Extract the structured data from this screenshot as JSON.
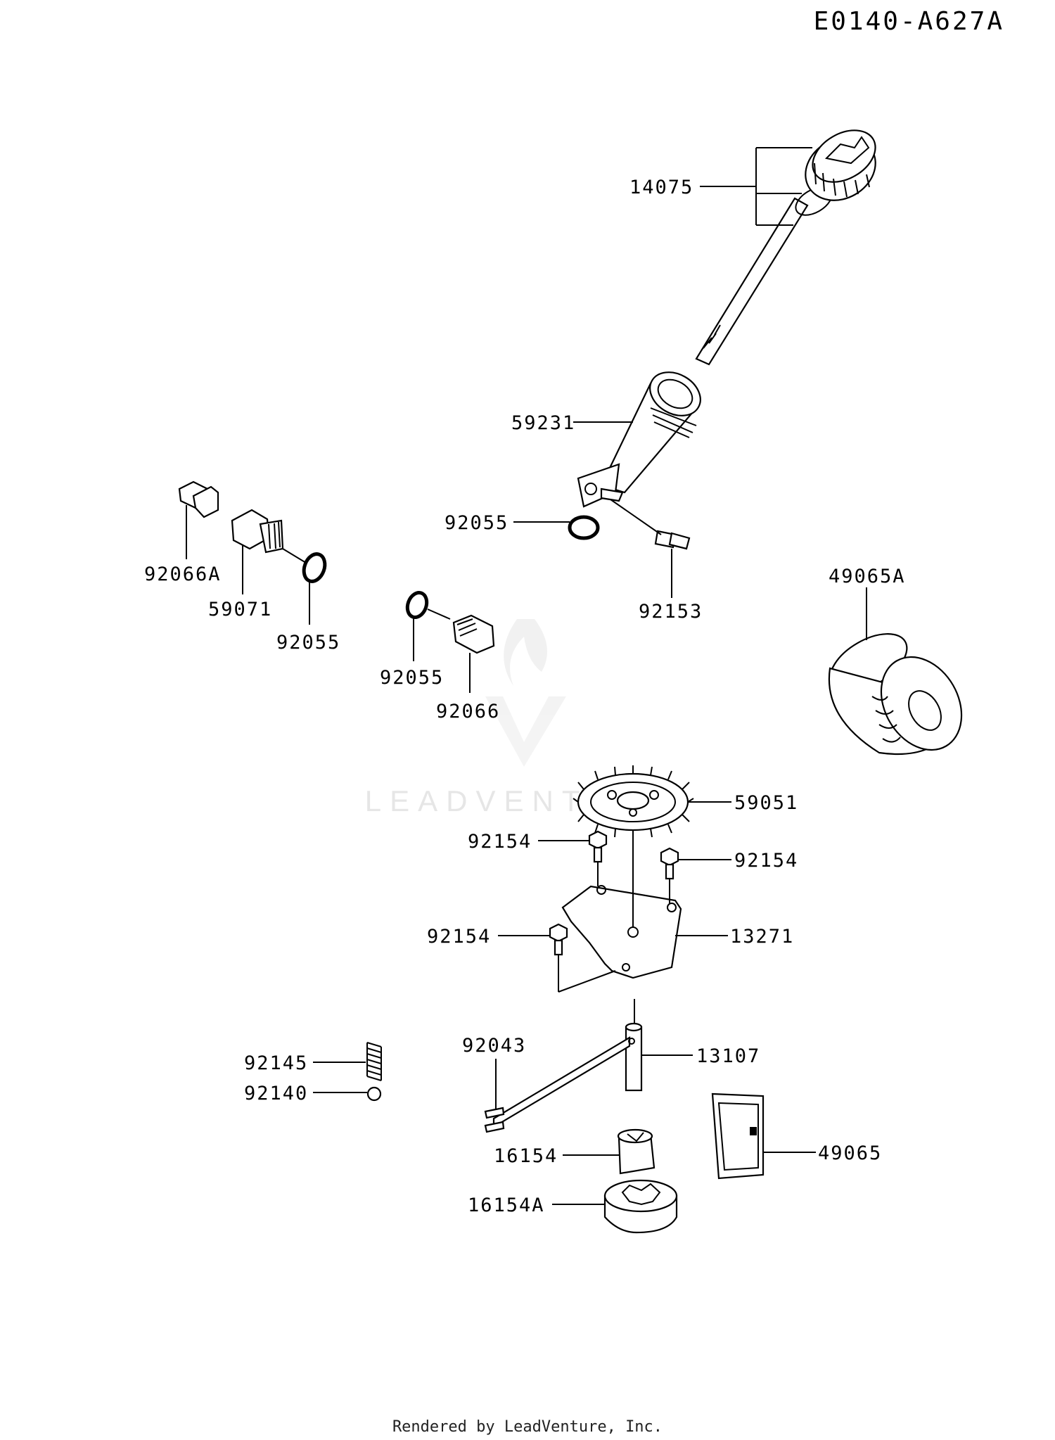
{
  "diagram_code": "E0140-A627A",
  "footer": "Rendered by LeadVenture, Inc.",
  "watermark": "LEADVENTURE",
  "labels": {
    "p14075": "14075",
    "p59231": "59231",
    "p92055_a": "92055",
    "p92153": "92153",
    "p92066A": "92066A",
    "p59071": "59071",
    "p92055_b": "92055",
    "p92055_c": "92055",
    "p92066": "92066",
    "p49065A": "49065A",
    "p59051": "59051",
    "p92154_a": "92154",
    "p92154_b": "92154",
    "p92154_c": "92154",
    "p13271": "13271",
    "p92043": "92043",
    "p13107": "13107",
    "p92145": "92145",
    "p92140": "92140",
    "p16154": "16154",
    "p16154A": "16154A",
    "p49065": "49065"
  },
  "colors": {
    "line": "#000000",
    "background": "#ffffff",
    "watermark": "#e6e6e6"
  }
}
